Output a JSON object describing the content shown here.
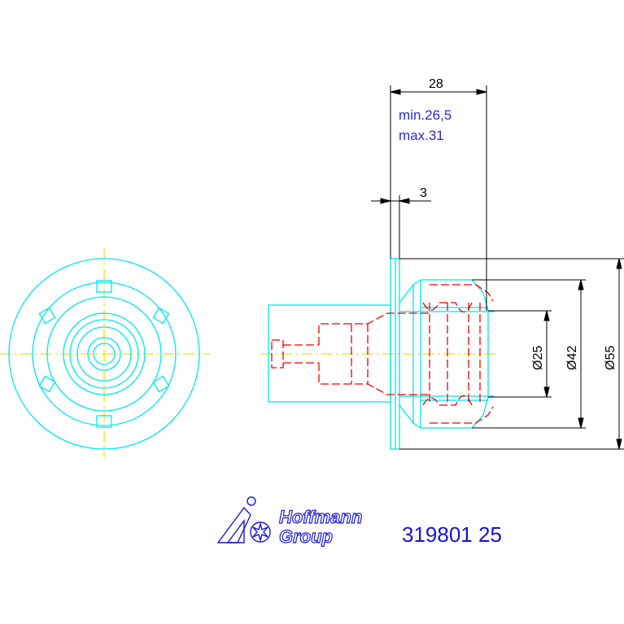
{
  "dimensions": {
    "length": "28",
    "min_note": "min.26,5",
    "max_note": "max.31",
    "offset": "3",
    "dia_inner": "Ø25",
    "dia_mid": "Ø42",
    "dia_outer": "Ø55"
  },
  "logo": {
    "line1": "Hoffmann",
    "line2": "Group"
  },
  "part_number": "319801 25",
  "colors": {
    "outline": "#00e5ee",
    "hidden": "#ee0000",
    "center": "#e8e800",
    "dimension": "#000000",
    "note": "#2a2ad6",
    "brand": "#1515c8"
  }
}
